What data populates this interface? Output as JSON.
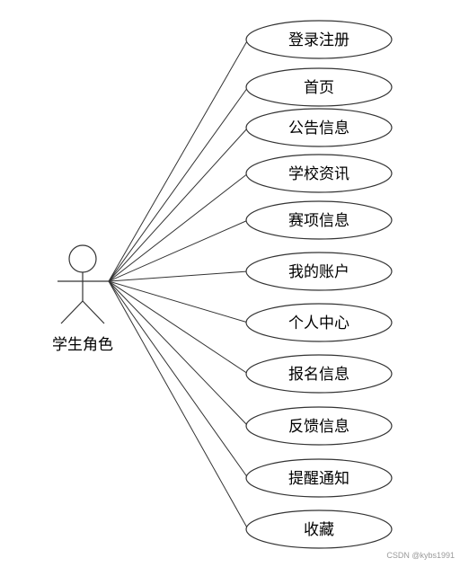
{
  "actor": {
    "label": "学生角色"
  },
  "use_cases": [
    {
      "label": "登录注册"
    },
    {
      "label": "首页"
    },
    {
      "label": "公告信息"
    },
    {
      "label": "学校资讯"
    },
    {
      "label": "赛项信息"
    },
    {
      "label": "我的账户"
    },
    {
      "label": "个人中心"
    },
    {
      "label": "报名信息"
    },
    {
      "label": "反馈信息"
    },
    {
      "label": "提醒通知"
    },
    {
      "label": "收藏"
    }
  ],
  "watermark": "CSDN @kybs1991",
  "colors": {
    "line": "#333333",
    "ellipse_fill": "#ffffff",
    "ellipse_stroke": "#333333"
  }
}
